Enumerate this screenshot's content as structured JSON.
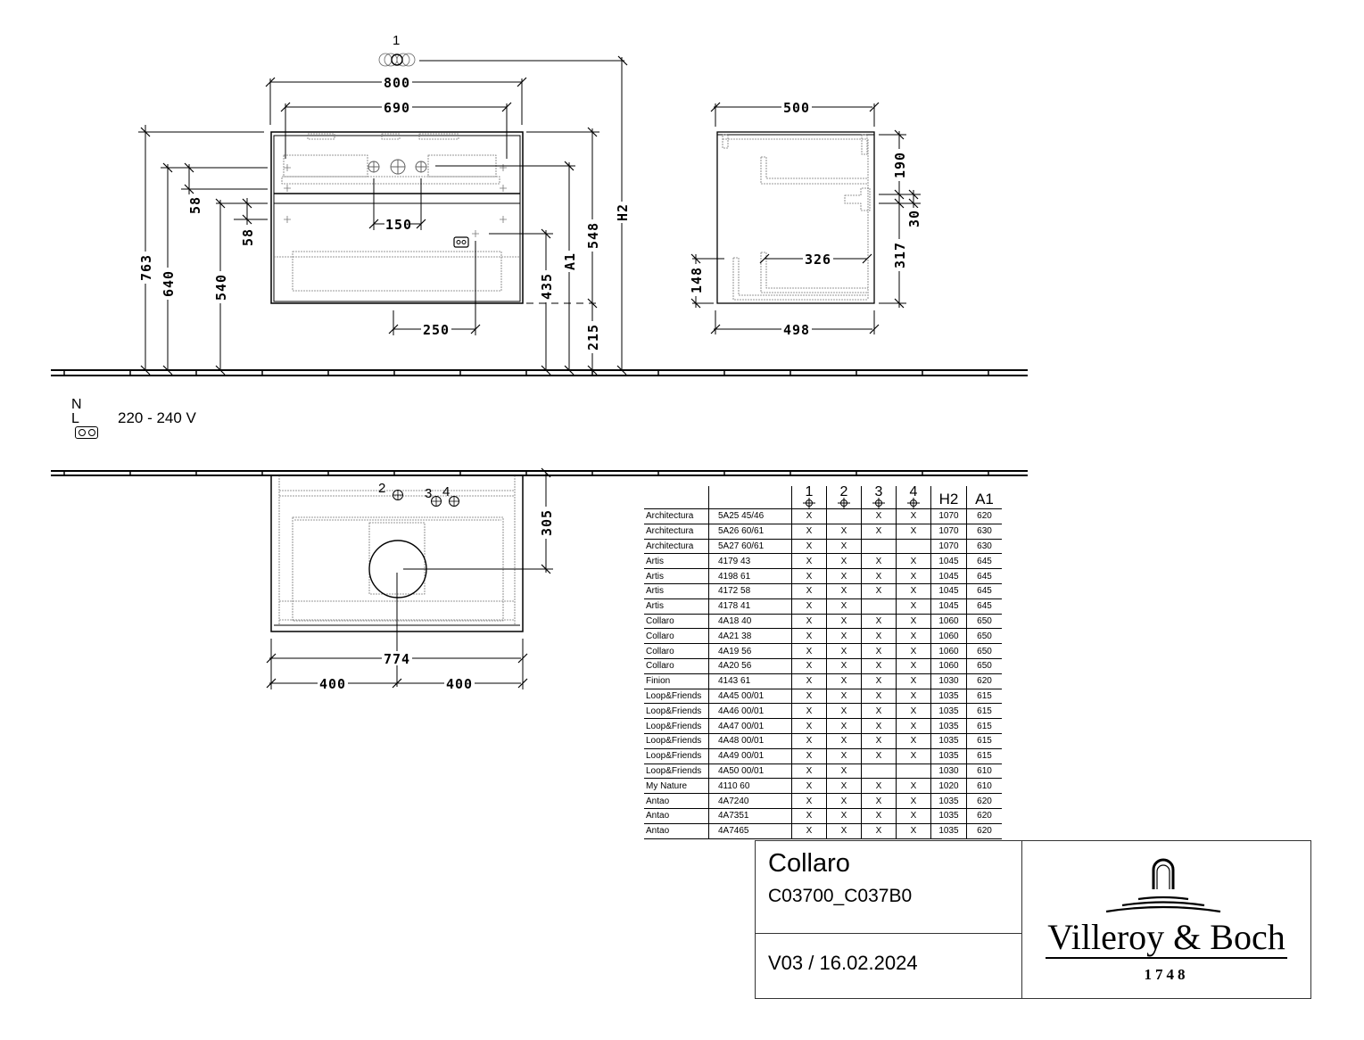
{
  "drawing": {
    "front_view": {
      "connection_label": "1",
      "width_overall": "800",
      "width_inner": "690",
      "height_763": "763",
      "height_640": "640",
      "height_540": "540",
      "spacing_58_upper": "58",
      "spacing_58_lower": "58",
      "tap_spacing": "150",
      "socket_offset": "250",
      "height_435": "435",
      "A1": "A1",
      "height_548": "548",
      "floor_gap": "215",
      "H2": "H2"
    },
    "side_view": {
      "depth_top": "500",
      "depth_bottom": "498",
      "inner_depth": "326",
      "height_190": "190",
      "height_30": "30",
      "height_317": "317",
      "height_148": "148"
    },
    "plan_view": {
      "label_2": "2",
      "label_3": "3",
      "label_4": "4",
      "depth_305": "305",
      "width_774": "774",
      "half_left": "400",
      "half_right": "400"
    },
    "electrical": {
      "n_l": "N L",
      "voltage": "220 - 240 V"
    }
  },
  "table": {
    "headers": {
      "c1": "1",
      "c2": "2",
      "c3": "3",
      "c4": "4",
      "h2": "H2",
      "a1": "A1"
    },
    "rows": [
      {
        "series": "Architectura",
        "article": "5A25 45/46",
        "c1": "X",
        "c2": "",
        "c3": "X",
        "c4": "X",
        "h2": "1070",
        "a1": "620"
      },
      {
        "series": "Architectura",
        "article": "5A26 60/61",
        "c1": "X",
        "c2": "X",
        "c3": "X",
        "c4": "X",
        "h2": "1070",
        "a1": "630"
      },
      {
        "series": "Architectura",
        "article": "5A27 60/61",
        "c1": "X",
        "c2": "X",
        "c3": "",
        "c4": "",
        "h2": "1070",
        "a1": "630"
      },
      {
        "series": "Artis",
        "article": "4179 43",
        "c1": "X",
        "c2": "X",
        "c3": "X",
        "c4": "X",
        "h2": "1045",
        "a1": "645"
      },
      {
        "series": "Artis",
        "article": "4198 61",
        "c1": "X",
        "c2": "X",
        "c3": "X",
        "c4": "X",
        "h2": "1045",
        "a1": "645"
      },
      {
        "series": "Artis",
        "article": "4172 58",
        "c1": "X",
        "c2": "X",
        "c3": "X",
        "c4": "X",
        "h2": "1045",
        "a1": "645"
      },
      {
        "series": "Artis",
        "article": "4178 41",
        "c1": "X",
        "c2": "X",
        "c3": "",
        "c4": "X",
        "h2": "1045",
        "a1": "645"
      },
      {
        "series": "Collaro",
        "article": "4A18 40",
        "c1": "X",
        "c2": "X",
        "c3": "X",
        "c4": "X",
        "h2": "1060",
        "a1": "650"
      },
      {
        "series": "Collaro",
        "article": "4A21 38",
        "c1": "X",
        "c2": "X",
        "c3": "X",
        "c4": "X",
        "h2": "1060",
        "a1": "650"
      },
      {
        "series": "Collaro",
        "article": "4A19 56",
        "c1": "X",
        "c2": "X",
        "c3": "X",
        "c4": "X",
        "h2": "1060",
        "a1": "650"
      },
      {
        "series": "Collaro",
        "article": "4A20 56",
        "c1": "X",
        "c2": "X",
        "c3": "X",
        "c4": "X",
        "h2": "1060",
        "a1": "650"
      },
      {
        "series": "Finion",
        "article": "4143 61",
        "c1": "X",
        "c2": "X",
        "c3": "X",
        "c4": "X",
        "h2": "1030",
        "a1": "620"
      },
      {
        "series": "Loop&Friends",
        "article": "4A45 00/01",
        "c1": "X",
        "c2": "X",
        "c3": "X",
        "c4": "X",
        "h2": "1035",
        "a1": "615"
      },
      {
        "series": "Loop&Friends",
        "article": "4A46 00/01",
        "c1": "X",
        "c2": "X",
        "c3": "X",
        "c4": "X",
        "h2": "1035",
        "a1": "615"
      },
      {
        "series": "Loop&Friends",
        "article": "4A47 00/01",
        "c1": "X",
        "c2": "X",
        "c3": "X",
        "c4": "X",
        "h2": "1035",
        "a1": "615"
      },
      {
        "series": "Loop&Friends",
        "article": "4A48 00/01",
        "c1": "X",
        "c2": "X",
        "c3": "X",
        "c4": "X",
        "h2": "1035",
        "a1": "615"
      },
      {
        "series": "Loop&Friends",
        "article": "4A49 00/01",
        "c1": "X",
        "c2": "X",
        "c3": "X",
        "c4": "X",
        "h2": "1035",
        "a1": "615"
      },
      {
        "series": "Loop&Friends",
        "article": "4A50 00/01",
        "c1": "X",
        "c2": "X",
        "c3": "",
        "c4": "",
        "h2": "1030",
        "a1": "610"
      },
      {
        "series": "My Nature",
        "article": "4110 60",
        "c1": "X",
        "c2": "X",
        "c3": "X",
        "c4": "X",
        "h2": "1020",
        "a1": "610"
      },
      {
        "series": "Antao",
        "article": "4A7240",
        "c1": "X",
        "c2": "X",
        "c3": "X",
        "c4": "X",
        "h2": "1035",
        "a1": "620"
      },
      {
        "series": "Antao",
        "article": "4A7351",
        "c1": "X",
        "c2": "X",
        "c3": "X",
        "c4": "X",
        "h2": "1035",
        "a1": "620"
      },
      {
        "series": "Antao",
        "article": "4A7465",
        "c1": "X",
        "c2": "X",
        "c3": "X",
        "c4": "X",
        "h2": "1035",
        "a1": "620"
      }
    ]
  },
  "title_block": {
    "product": "Collaro",
    "code": "C03700_C037B0",
    "version": "V03 / 16.02.2024",
    "brand": "Villeroy & Boch",
    "year": "1748"
  }
}
